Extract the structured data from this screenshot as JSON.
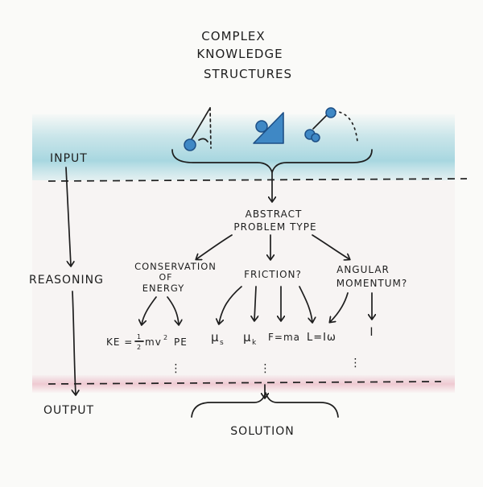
{
  "title": {
    "line1": "COMPLEX",
    "line2": "KNOWLEDGE",
    "line3": "STRUCTURES"
  },
  "stages": {
    "input": "INPUT",
    "reasoning": "REASONING",
    "output": "OUTPUT"
  },
  "abstract": {
    "line1": "ABSTRACT",
    "line2": "PROBLEM TYPE"
  },
  "branches": {
    "energy": {
      "line1": "CONSERVATION",
      "line2": "OF",
      "line3": "ENERGY",
      "ke_prefix": "KE = ",
      "ke_num": "1",
      "ke_den": "2",
      "ke_rest": "mv",
      "ke_exp": "2",
      "pe": "PE",
      "more": "⋮"
    },
    "friction": {
      "label": "FRICTION?",
      "mu": "μ",
      "mu_s_sub": "s",
      "mu_k_sub": "k",
      "newton": "F=ma",
      "more": "⋮"
    },
    "angular": {
      "line1": "ANGULAR",
      "line2": "MOMENTUM?",
      "torque": "L=Iω",
      "inertia": "I",
      "more": "⋮"
    }
  },
  "solution": "SOLUTION",
  "colors": {
    "ink": "#1e1e1e",
    "input_band": "#9fd3dd",
    "output_band": "#e7a8b8",
    "shape_fill": "#3f88c5",
    "shape_stroke": "#1d4f86"
  }
}
